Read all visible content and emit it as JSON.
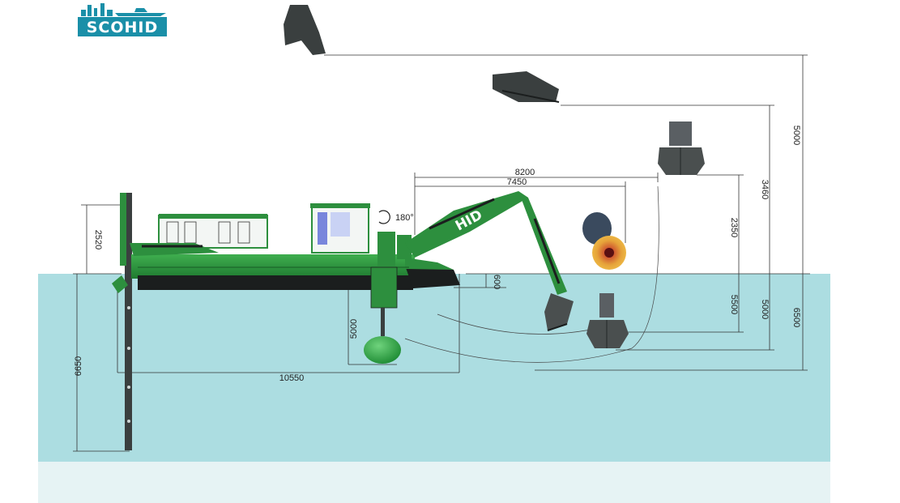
{
  "logo": {
    "text": "SCOHID"
  },
  "boom": {
    "text": "HID"
  },
  "rotation_label": "180°",
  "dimensions": {
    "d_2520": "2520",
    "d_6650": "6650",
    "d_5000_spud": "5000",
    "d_600": "600",
    "d_10550": "10550",
    "d_8200": "8200",
    "d_7450": "7450",
    "d_2350": "2350",
    "d_5500": "5500",
    "d_3460": "3460",
    "d_5000_mid": "5000",
    "d_5000_top": "5000",
    "d_6500": "6500"
  },
  "colors": {
    "water": "#acdde1",
    "water_bottom": "#e6f3f4",
    "hull_green": "#2d8f3e",
    "hull_dark": "#1b1e1e",
    "logo_blue": "#1a8fa8"
  }
}
